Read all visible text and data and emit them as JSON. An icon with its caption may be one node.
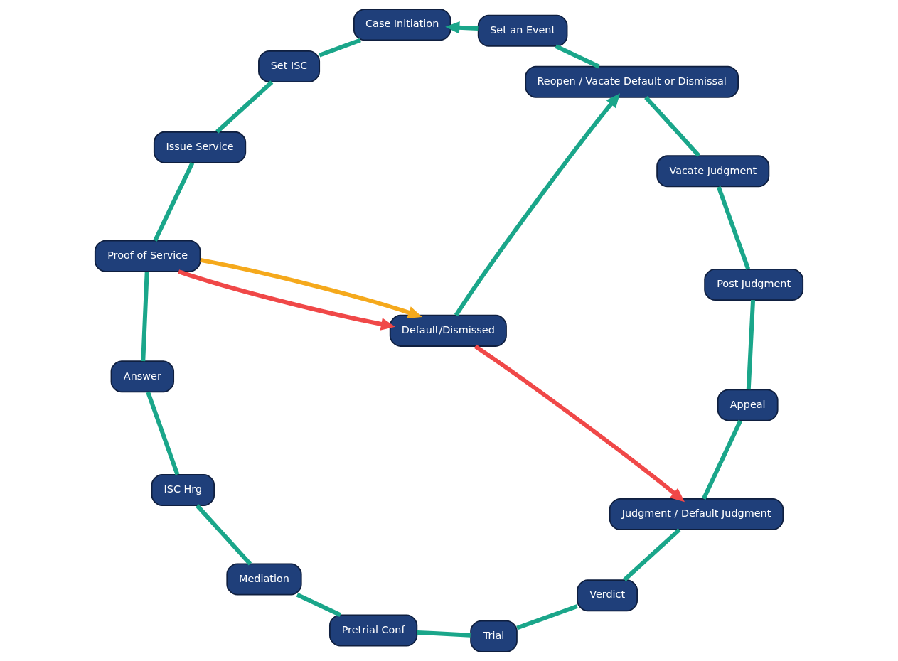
{
  "diagram": {
    "nodes": [
      {
        "text": [
          "Case Initiation"
        ]
      },
      {
        "text": [
          "Set ISC"
        ]
      },
      {
        "text": [
          "Issue Service"
        ]
      },
      {
        "text": [
          "Proof of Service"
        ]
      },
      {
        "text": [
          "Answer"
        ]
      },
      {
        "text": [
          "ISC Hrg"
        ]
      },
      {
        "text": [
          "Mediation"
        ]
      },
      {
        "text": [
          "Pretrial Conf"
        ]
      },
      {
        "text": [
          "Trial"
        ]
      },
      {
        "text": [
          "Verdict"
        ]
      },
      {
        "text": [
          "Judgment / Default Judgment"
        ]
      },
      {
        "text": [
          "Appeal"
        ]
      },
      {
        "text": [
          "Post Judgment"
        ]
      },
      {
        "text": [
          "Vacate Judgment"
        ]
      },
      {
        "text": [
          "Reopen / Vacate Default or Dismissal"
        ]
      },
      {
        "text": [
          "Set an Event"
        ]
      },
      {
        "text": [
          "Default/Dismissed"
        ]
      }
    ],
    "edges": [
      {
        "from": 0,
        "to": 1,
        "arrow": "none"
      },
      {
        "from": 1,
        "to": 2,
        "arrow": "none"
      },
      {
        "from": 2,
        "to": 3,
        "arrow": "none"
      },
      {
        "from": 3,
        "to": 4,
        "arrow": "none"
      },
      {
        "from": 4,
        "to": 5,
        "arrow": "none"
      },
      {
        "from": 5,
        "to": 6,
        "arrow": "none"
      },
      {
        "from": 6,
        "to": 7,
        "arrow": "none"
      },
      {
        "from": 7,
        "to": 8,
        "arrow": "none"
      },
      {
        "from": 8,
        "to": 9,
        "arrow": "none"
      },
      {
        "from": 9,
        "to": 10,
        "arrow": "none"
      },
      {
        "from": 10,
        "to": 11,
        "arrow": "none"
      },
      {
        "from": 11,
        "to": 12,
        "arrow": "none"
      },
      {
        "from": 12,
        "to": 13,
        "arrow": "none"
      },
      {
        "from": 13,
        "to": 14,
        "arrow": "none"
      },
      {
        "from": 14,
        "to": 15,
        "arrow": "none"
      },
      {
        "from": 15,
        "to": 0,
        "arrow": "to"
      },
      {
        "from": 3,
        "to": 16,
        "arrow": "to",
        "color": "#f5a91c"
      },
      {
        "from": 3,
        "to": 16,
        "arrow": "to",
        "color": "#f04848"
      },
      {
        "from": 16,
        "to": 10,
        "arrow": "to",
        "color": "#f04848"
      },
      {
        "from": 16,
        "to": 14,
        "arrow": "to"
      }
    ]
  }
}
